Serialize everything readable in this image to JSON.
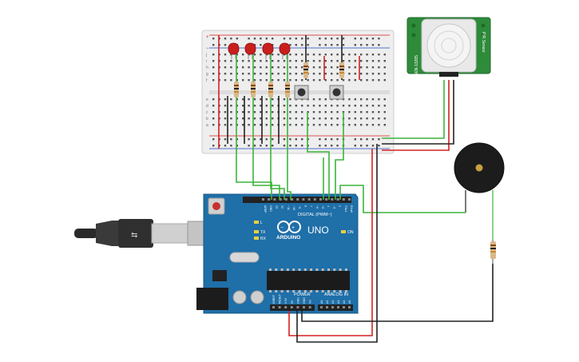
{
  "arduino": {
    "brand": "ARDUINO",
    "model": "UNO",
    "digital_label": "DIGITAL (PWM~)",
    "power_label": "POWER",
    "analog_label": "ANALOG IN",
    "led_labels": [
      "L",
      "TX",
      "RX"
    ],
    "on_label": "ON",
    "digital_pins": [
      "AREF",
      "GND",
      "13",
      "12",
      "~11",
      "~10",
      "~9",
      "8",
      "7",
      "~6",
      "~5",
      "4",
      "~3",
      "2",
      "TX▸1",
      "RX◂0"
    ],
    "power_pins": [
      "IOREF",
      "RESET",
      "3.3V",
      "5V",
      "GND",
      "GND",
      "Vin"
    ],
    "analog_pins": [
      "A0",
      "A1",
      "A2",
      "A3",
      "A4",
      "A5"
    ]
  },
  "pir": {
    "left_label": "SEN-13285",
    "right_label": "PIR Sensor"
  },
  "breadboard": {
    "rows_top": [
      "j",
      "i",
      "h",
      "g",
      "f"
    ],
    "rows_bottom": [
      "e",
      "d",
      "c",
      "b",
      "a"
    ],
    "rail_plus": "+",
    "rail_minus": "−"
  },
  "colors": {
    "board": "#1f6fa8",
    "wire_red": "#d62020",
    "wire_black": "#222222",
    "wire_green": "#3cb43c",
    "led_red": "#c81e1e",
    "pir_board": "#2e8b3a"
  }
}
